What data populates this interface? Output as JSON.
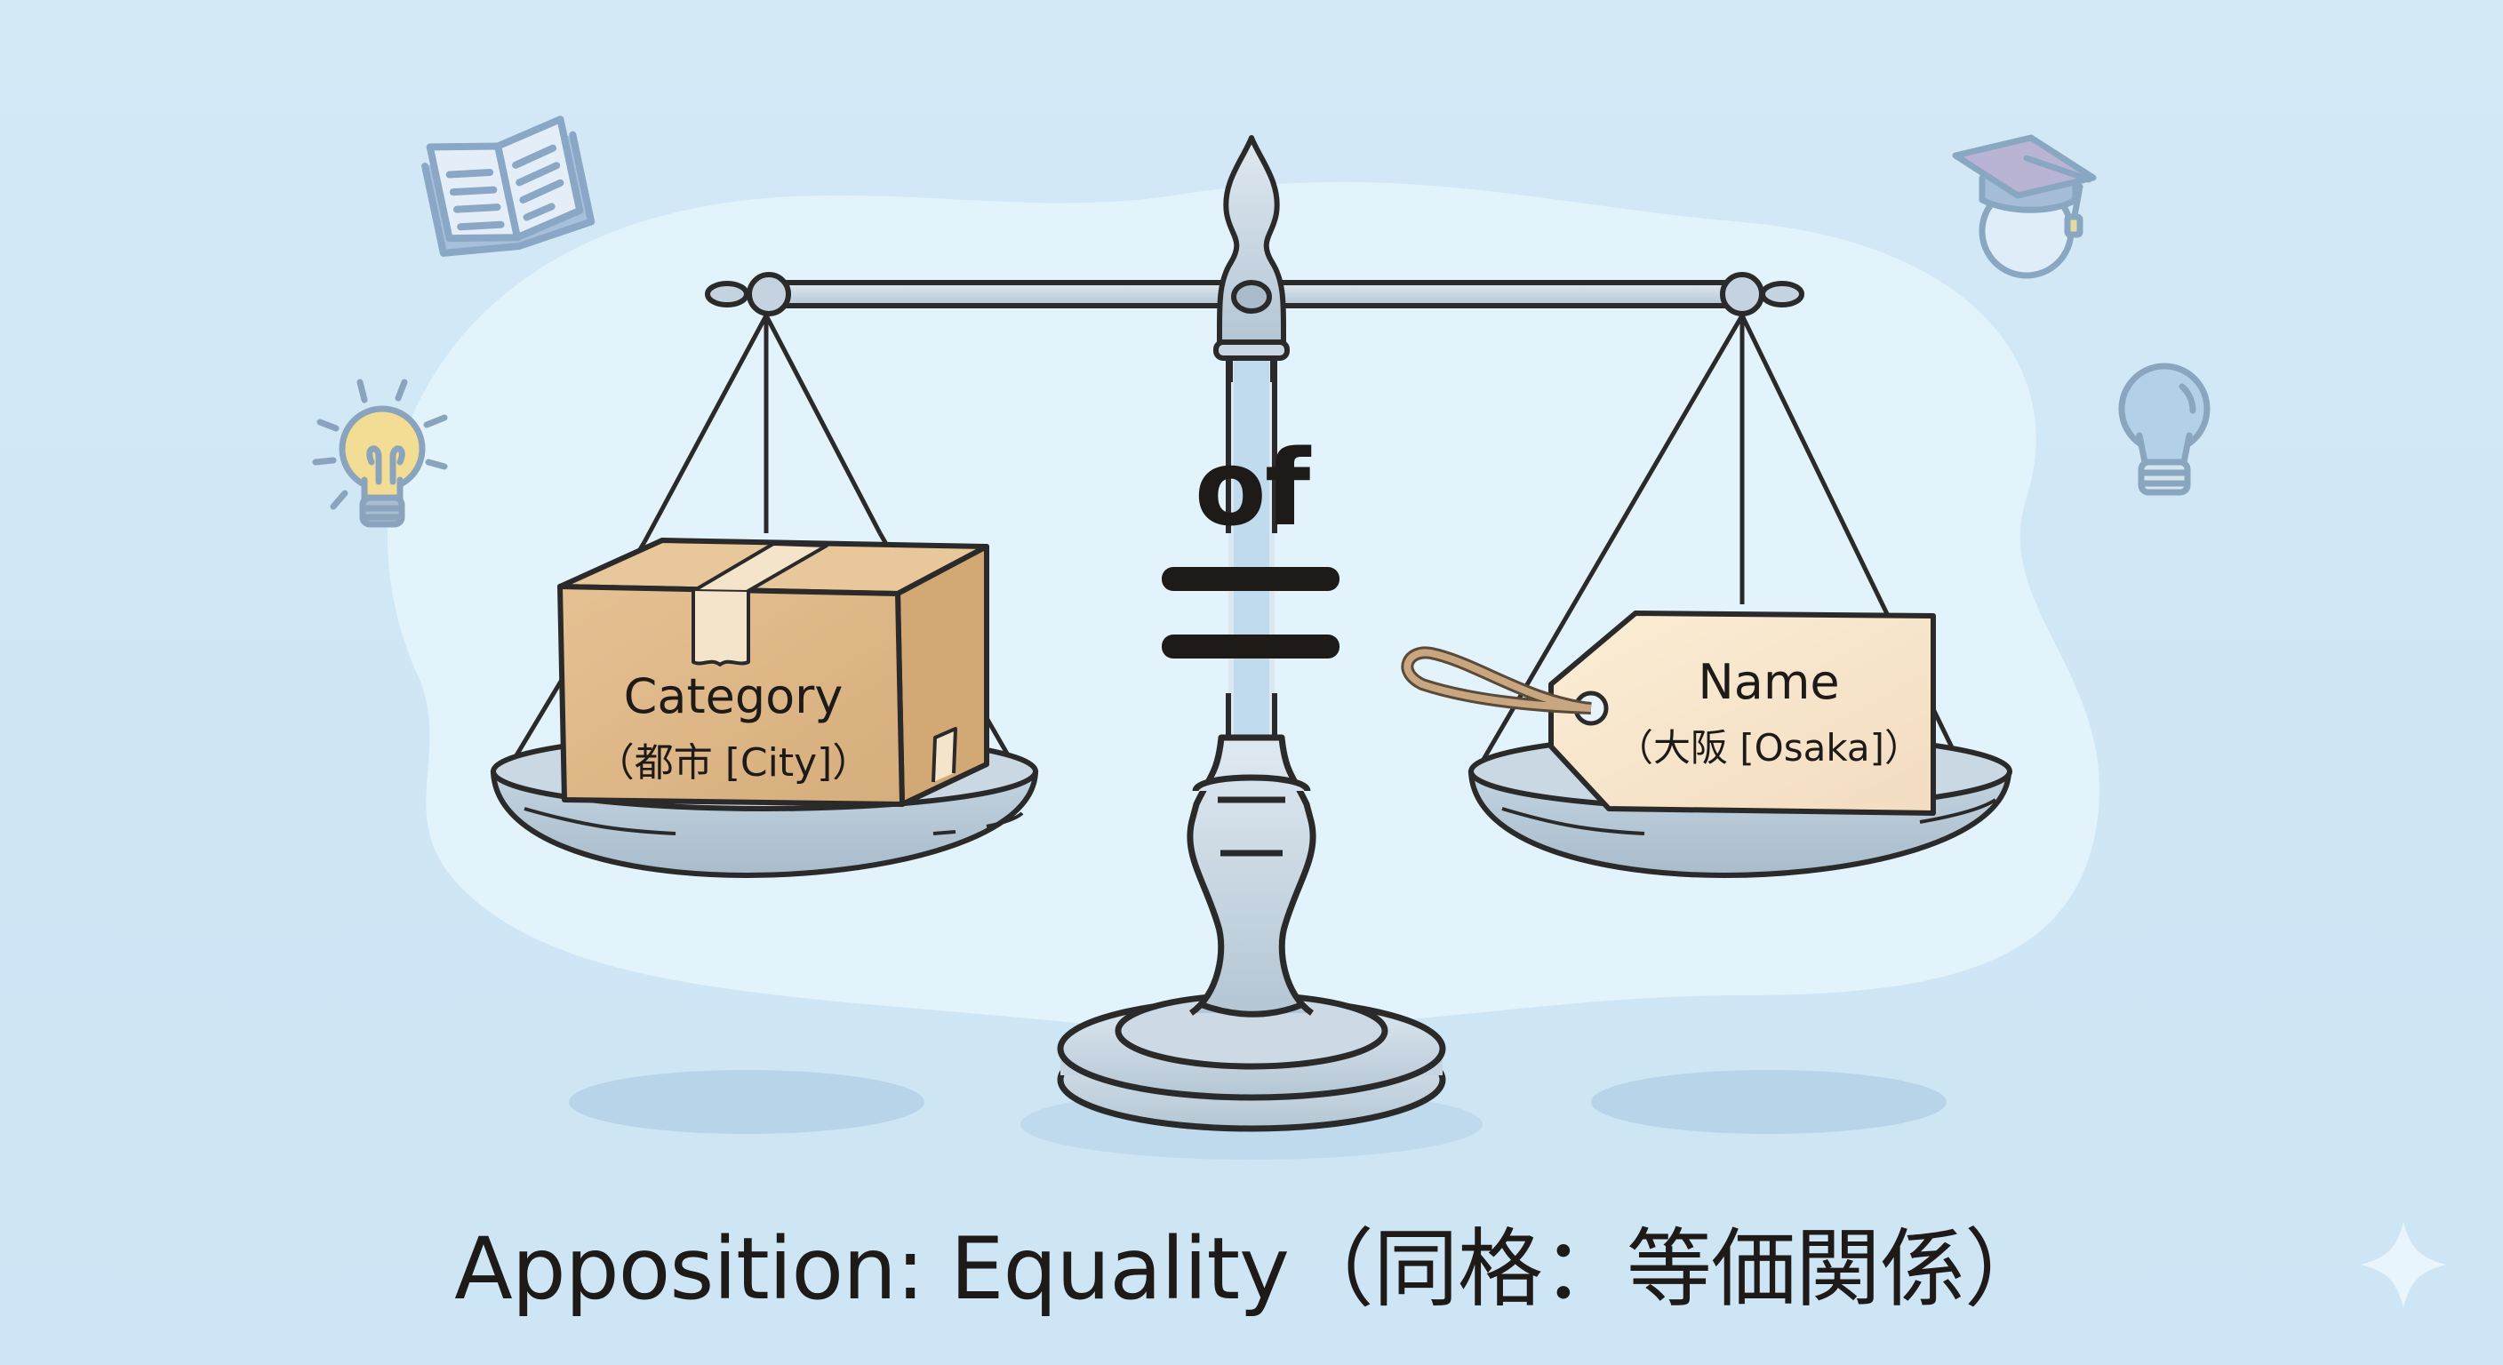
{
  "diagram": {
    "title": "Apposition: Equality（同格：等価関係）",
    "center_label": "of",
    "center_symbol": "equals-sign",
    "left_pan": {
      "object": "cardboard-box",
      "label": "Category",
      "sublabel": "（都市 [City]）"
    },
    "right_pan": {
      "object": "luggage-tag",
      "label": "Name",
      "sublabel": "（大阪 [Osaka]）"
    },
    "decorations": [
      "open-book-icon",
      "lightbulb-lit-icon",
      "graduation-cap-icon",
      "lightbulb-icon",
      "sparkle-icon"
    ],
    "colors": {
      "background": "#cfe6f5",
      "blob": "#e4f3fc",
      "metal": "#c4d3df",
      "outline": "#2a2a2a",
      "box": "#e0b98a",
      "tag": "#f8e8cd",
      "text": "#1e1a18"
    }
  }
}
